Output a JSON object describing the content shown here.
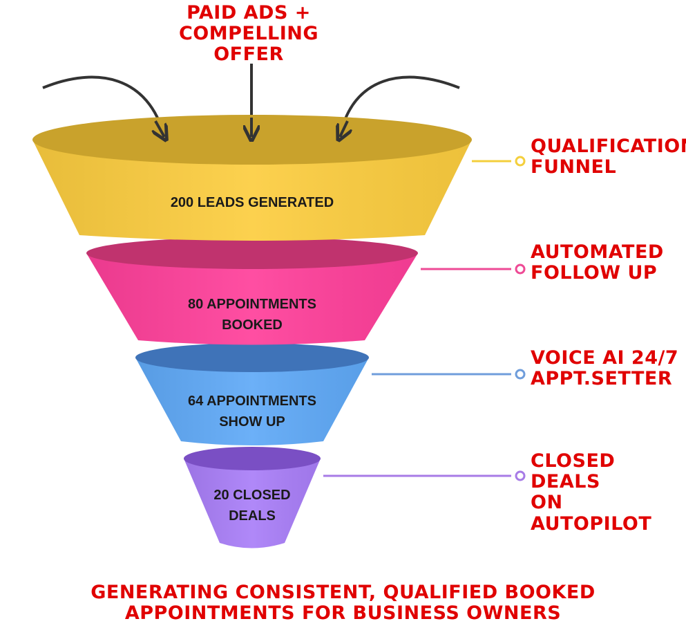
{
  "top_caption": [
    "PAID ADS + COMPELLING",
    "OFFER"
  ],
  "stages": [
    {
      "text": [
        "200 LEADS GENERATED"
      ],
      "color": "#fccd3f",
      "rim": "#c9a22c"
    },
    {
      "text": [
        "80 APPOINTMENTS",
        "BOOKED"
      ],
      "color": "#ff3f9a",
      "rim": "#c0336e"
    },
    {
      "text": [
        "64 APPOINTMENTS",
        "SHOW UP"
      ],
      "color": "#5fa9f7",
      "rim": "#3f73b8"
    },
    {
      "text": [
        "20 CLOSED",
        "DEALS"
      ],
      "color": "#a97ef8",
      "rim": "#7a4fc4"
    }
  ],
  "side_labels": [
    {
      "lines": [
        "QUALIFICATION",
        "FUNNEL"
      ],
      "color": "#f4cf3c"
    },
    {
      "lines": [
        "AUTOMATED",
        "FOLLOW UP"
      ],
      "color": "#ee4a95"
    },
    {
      "lines": [
        "VOICE AI 24/7",
        "APPT.SETTER"
      ],
      "color": "#6f9ddb"
    },
    {
      "lines": [
        "CLOSED DEALS",
        "ON AUTOPILOT"
      ],
      "color": "#a77be6"
    }
  ],
  "bottom_caption": [
    "GENERATING CONSISTENT, QUALIFIED BOOKED",
    "APPOINTMENTS FOR BUSINESS OWNERS"
  ],
  "accent_text_color": "#e00000"
}
